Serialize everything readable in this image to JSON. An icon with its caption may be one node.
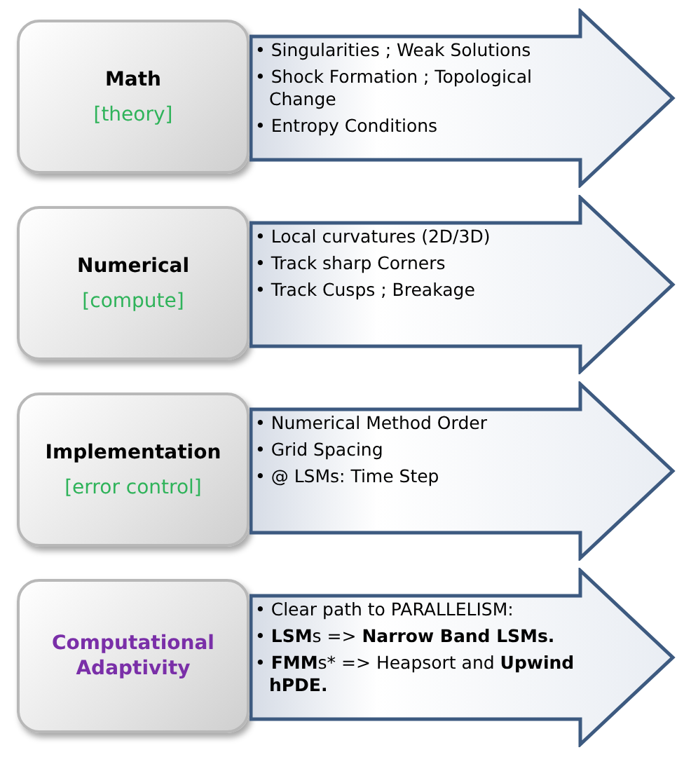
{
  "diagram": {
    "nodes": [
      {
        "text": [
          "Math",
          "[theory]"
        ]
      },
      {
        "text": [
          "• Singularities ; Weak Solutions",
          "• Shock Formation ; Topological Change",
          "• Entropy Conditions"
        ]
      },
      {
        "text": [
          "Numerical",
          "[compute]"
        ]
      },
      {
        "text": [
          "• Local curvatures (2D/3D)",
          "• Track sharp Corners",
          "• Track Cusps ; Breakage"
        ]
      },
      {
        "text": [
          "Implementation",
          "[error control]"
        ]
      },
      {
        "text": [
          "• Numerical Method Order",
          "• Grid Spacing",
          "• @ LSMs: Time Step"
        ]
      },
      {
        "text": [
          "Computational Adaptivity"
        ]
      },
      {
        "text": [
          "• Clear path to PARALLELISM:",
          "• **LSM**s => **Narrow Band LSMs.**",
          "• **FMM**s* => Heapsort and **Upwind hPDE.**"
        ]
      }
    ]
  }
}
